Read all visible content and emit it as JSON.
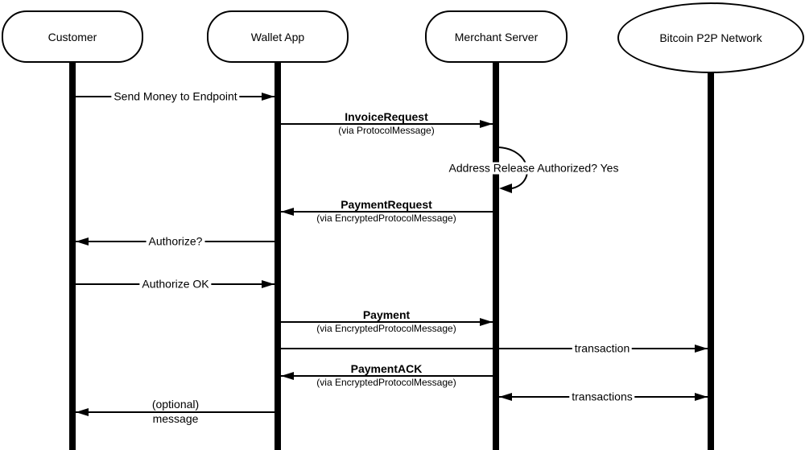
{
  "diagram": {
    "type": "sequence-diagram",
    "subject": "Bitcoin payment protocol flow",
    "background_color": "#ffffff",
    "line_color": "#000000",
    "actors": [
      {
        "name": "Customer",
        "shape": "rounded-rectangle"
      },
      {
        "name": "Wallet App",
        "shape": "rounded-rectangle"
      },
      {
        "name": "Merchant Server",
        "shape": "rounded-rectangle"
      },
      {
        "name": "Bitcoin P2P Network",
        "shape": "ellipse"
      }
    ],
    "messages": [
      {
        "from": "Customer",
        "to": "Wallet App",
        "label": "Send Money to Endpoint",
        "direction": "right"
      },
      {
        "from": "Wallet App",
        "to": "Merchant Server",
        "title": "InvoiceRequest",
        "subtitle": "(via ProtocolMessage)",
        "direction": "right"
      },
      {
        "from": "Merchant Server",
        "to": "Merchant Server",
        "label": "Address Release Authorized? Yes",
        "kind": "self-loop"
      },
      {
        "from": "Merchant Server",
        "to": "Wallet App",
        "title": "PaymentRequest",
        "subtitle": "(via EncryptedProtocolMessage)",
        "direction": "left"
      },
      {
        "from": "Wallet App",
        "to": "Customer",
        "label": "Authorize?",
        "direction": "left"
      },
      {
        "from": "Customer",
        "to": "Wallet App",
        "label": "Authorize OK",
        "direction": "right"
      },
      {
        "from": "Wallet App",
        "to": "Merchant Server",
        "title": "Payment",
        "subtitle": "(via EncryptedProtocolMessage)",
        "direction": "right"
      },
      {
        "from": "Wallet App",
        "to": "Bitcoin P2P Network",
        "label": "transaction",
        "direction": "right"
      },
      {
        "from": "Merchant Server",
        "to": "Wallet App",
        "title": "PaymentACK",
        "subtitle": "(via EncryptedProtocolMessage)",
        "direction": "left"
      },
      {
        "from": "Merchant Server",
        "to": "Bitcoin P2P Network",
        "label": "transactions",
        "direction": "bidirectional"
      },
      {
        "from": "Wallet App",
        "to": "Customer",
        "label_line1": "(optional)",
        "label_line2": "message",
        "direction": "left"
      }
    ]
  }
}
